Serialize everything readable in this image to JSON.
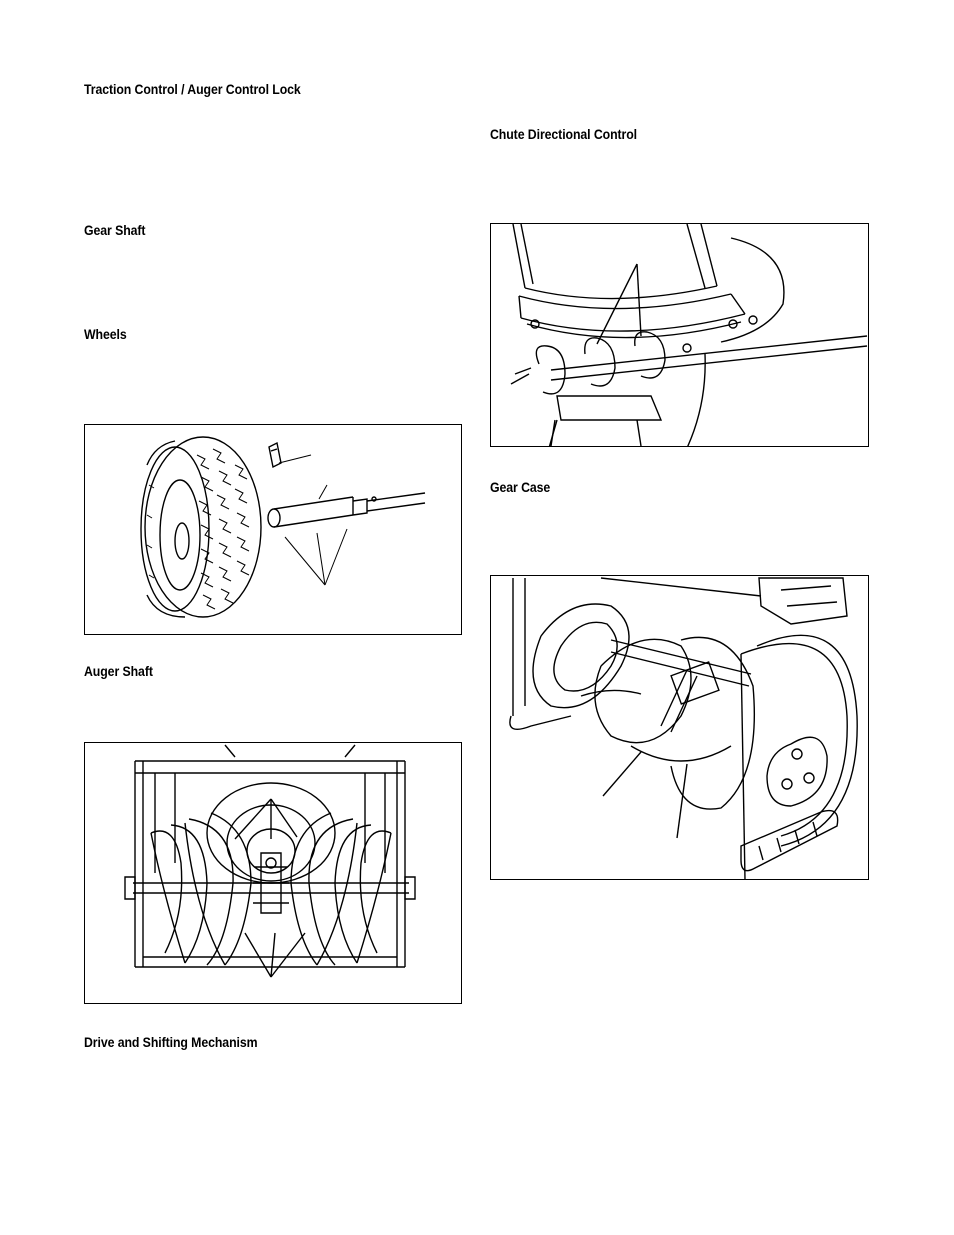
{
  "left_column": {
    "headings": {
      "traction_control": "Traction Control / Auger Control Lock",
      "gear_shaft": "Gear Shaft",
      "wheels": "Wheels",
      "auger_shaft": "Auger Shaft",
      "drive_shifting": "Drive and Shifting Mechanism"
    }
  },
  "right_column": {
    "headings": {
      "chute_control": "Chute Directional Control",
      "gear_case": "Gear Case"
    }
  },
  "figures": {
    "wheel": "wheel-and-axle-illustration",
    "auger": "auger-assembly-illustration",
    "chute": "chute-directional-control-illustration",
    "gear_case": "gear-case-illustration"
  }
}
